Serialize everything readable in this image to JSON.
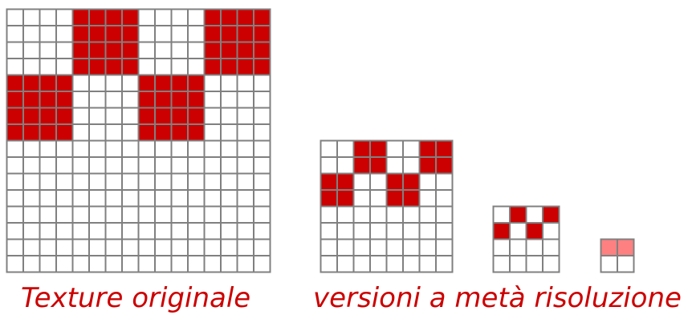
{
  "captions": {
    "original": "Texture originale",
    "mipmaps": "versioni a metà risoluzione"
  },
  "colors": {
    "filled": "#cc0000",
    "half_filled": "#ff8080",
    "empty": "#ffffff",
    "grid_line": "#808080",
    "caption": "#cc0000"
  },
  "grids": [
    {
      "label": "original-16x16",
      "size": 16,
      "pattern": [
        "0000111100001111",
        "0000111100001111",
        "0000111100001111",
        "0000111100001111",
        "1111000011110000",
        "1111000011110000",
        "1111000011110000",
        "1111000011110000",
        "0000000000000000",
        "0000000000000000",
        "0000000000000000",
        "0000000000000000",
        "0000000000000000",
        "0000000000000000",
        "0000000000000000",
        "0000000000000000"
      ]
    },
    {
      "label": "mip-8x8",
      "size": 8,
      "pattern": [
        "00110011",
        "00110011",
        "11001100",
        "11001100",
        "00000000",
        "00000000",
        "00000000",
        "00000000"
      ]
    },
    {
      "label": "mip-4x4",
      "size": 4,
      "pattern": [
        "0101",
        "1010",
        "0000",
        "0000"
      ]
    },
    {
      "label": "mip-2x2",
      "size": 2,
      "pattern": [
        "22",
        "00"
      ]
    }
  ]
}
